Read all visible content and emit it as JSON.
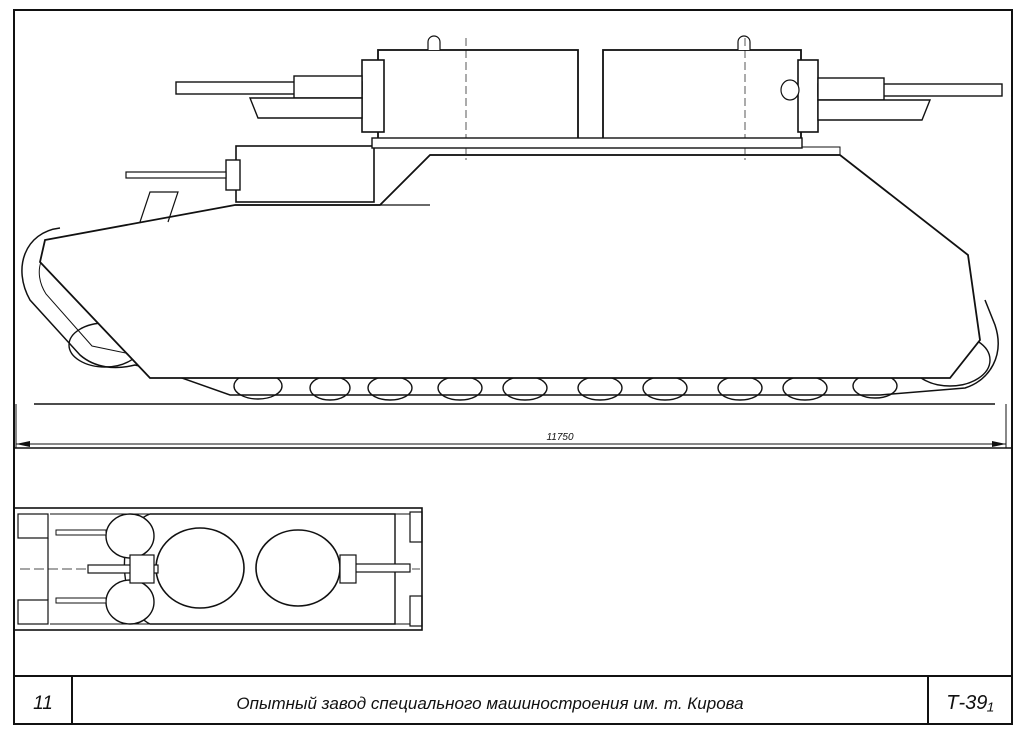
{
  "drawing": {
    "dimension_label": "11750",
    "sheet_number": "11",
    "factory_title": "Опытный завод специального машиностроения им. т. Кирова",
    "drawing_code": "Т-39₁"
  },
  "views": {
    "side": "side-elevation",
    "top": "plan-view"
  }
}
